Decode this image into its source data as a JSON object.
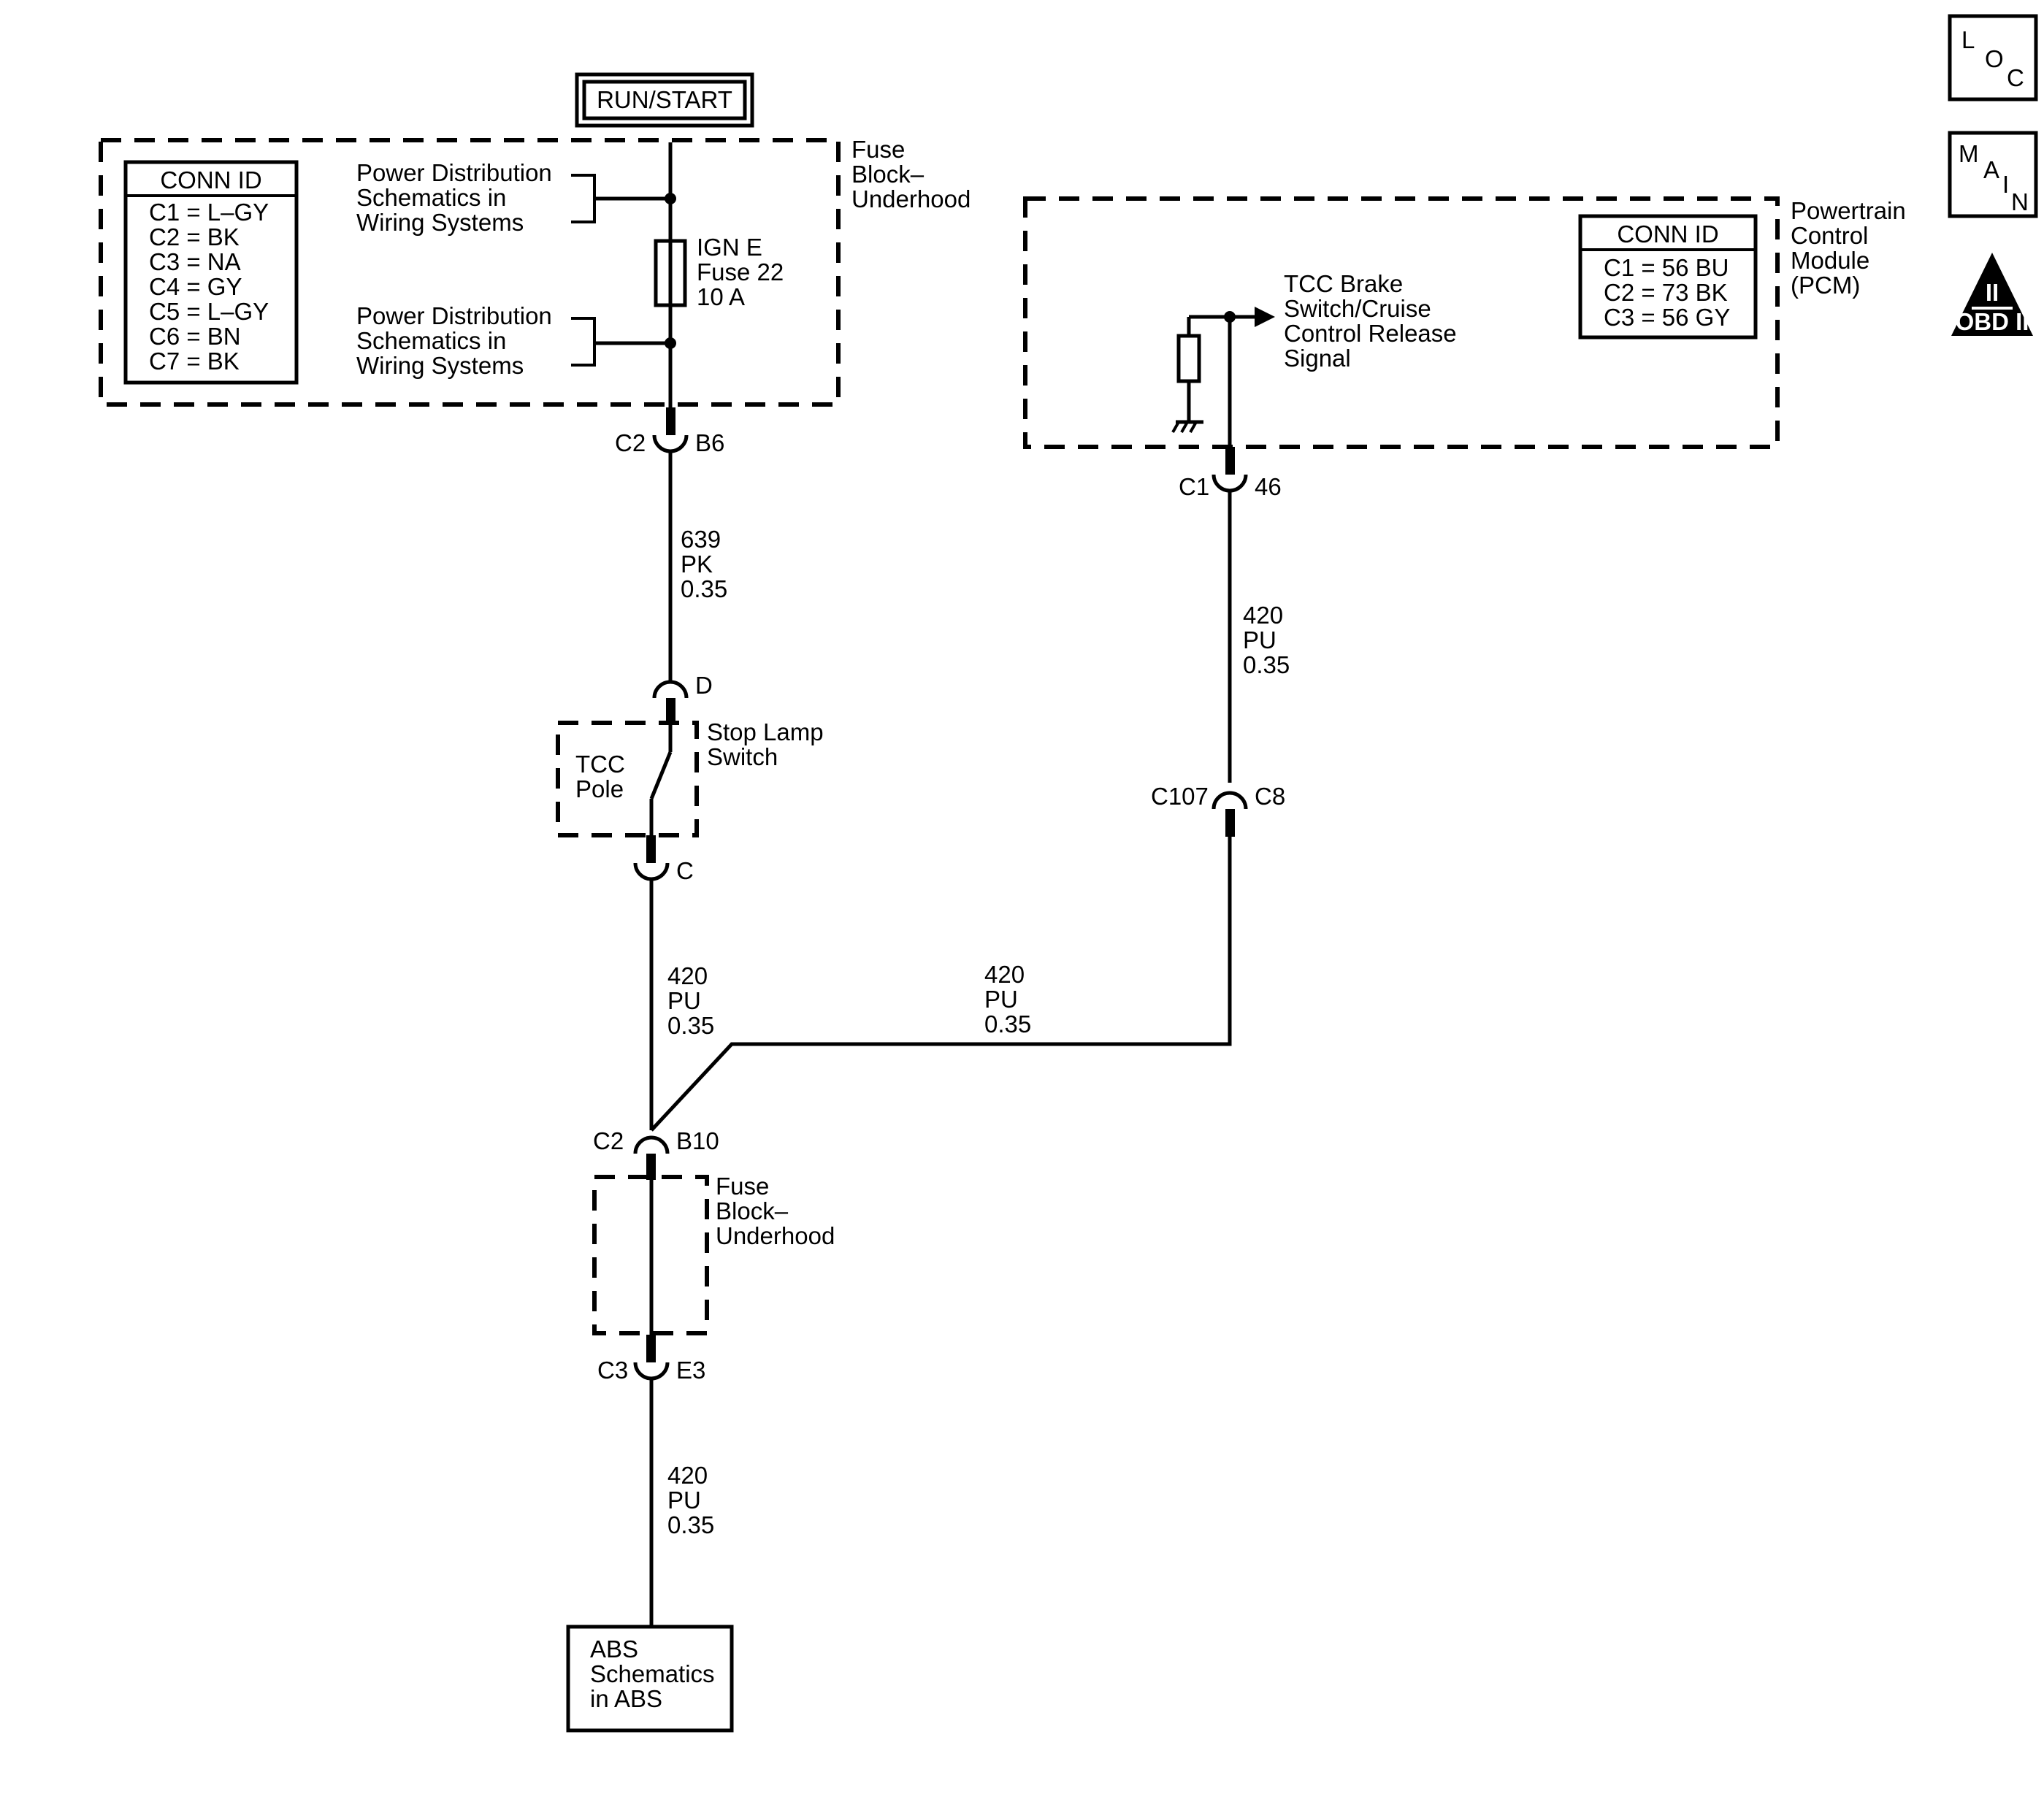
{
  "power": {
    "run_start": "RUN/START"
  },
  "fuse_block_top": {
    "name_lines": [
      "Fuse",
      "Block–",
      "Underhood"
    ],
    "conn_id": {
      "title": "CONN ID",
      "rows": [
        "C1 = L–GY",
        "C2 = BK",
        "C3 = NA",
        "C4 = GY",
        "C5 = L–GY",
        "C6 = BN",
        "C7 = BK"
      ]
    },
    "power_dist_1": [
      "Power Distribution",
      "Schematics in",
      "Wiring Systems"
    ],
    "power_dist_2": [
      "Power Distribution",
      "Schematics in",
      "Wiring Systems"
    ],
    "fuse_lines": [
      "IGN E",
      "Fuse 22",
      "10 A"
    ],
    "bottom_connector": {
      "left": "C2",
      "right": "B6"
    }
  },
  "wire_639": [
    "639",
    "PK",
    "0.35"
  ],
  "stop_lamp_switch": {
    "name_lines": [
      "Stop Lamp",
      "Switch"
    ],
    "pole_lines": [
      "TCC",
      "Pole"
    ],
    "top_pin": "D",
    "bottom_pin": "C"
  },
  "wire_420_left": [
    "420",
    "PU",
    "0.35"
  ],
  "wire_420_mid": [
    "420",
    "PU",
    "0.35"
  ],
  "wire_420_right": [
    "420",
    "PU",
    "0.35"
  ],
  "wire_420_bottom": [
    "420",
    "PU",
    "0.35"
  ],
  "pcm": {
    "name_lines": [
      "Powertrain",
      "Control",
      "Module",
      "(PCM)"
    ],
    "conn_id": {
      "title": "CONN ID",
      "rows": [
        "C1 = 56 BU",
        "C2 = 73 BK",
        "C3 = 56 GY"
      ]
    },
    "signal_lines": [
      "TCC Brake",
      "Switch/Cruise",
      "Control Release",
      "Signal"
    ],
    "connector": {
      "left": "C1",
      "right": "46"
    }
  },
  "inline_connector": {
    "left": "C107",
    "right": "C8"
  },
  "fuse_block_bottom": {
    "name_lines": [
      "Fuse",
      "Block–",
      "Underhood"
    ],
    "top_connector": {
      "left": "C2",
      "right": "B10"
    },
    "bottom_connector": {
      "left": "C3",
      "right": "E3"
    }
  },
  "abs": {
    "lines": [
      "ABS",
      "Schematics",
      "in ABS"
    ]
  },
  "side_icons": {
    "loc": [
      "L",
      "O",
      "C"
    ],
    "main": [
      "M",
      "A",
      "I",
      "N"
    ],
    "obd_numeral": "II",
    "obd_label": "OBD II"
  }
}
